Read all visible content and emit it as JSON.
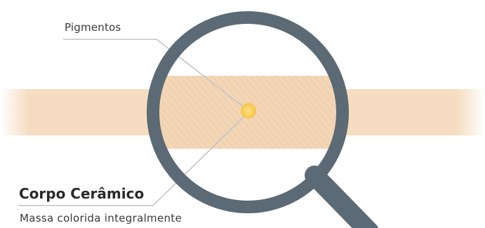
{
  "callouts": {
    "pigments": "Pigmentos",
    "body_title": "Corpo Cerâmico",
    "body_subtitle": "Massa colorida integralmente"
  },
  "colors": {
    "band": "#f5dcc0",
    "band_zoom": "#f3d5b4",
    "pigment": "#fbd15b",
    "magnifier": "#5b6a74",
    "leader_line": "#bdbdbd"
  },
  "icons": {
    "magnifier": "magnifying-glass-icon"
  }
}
